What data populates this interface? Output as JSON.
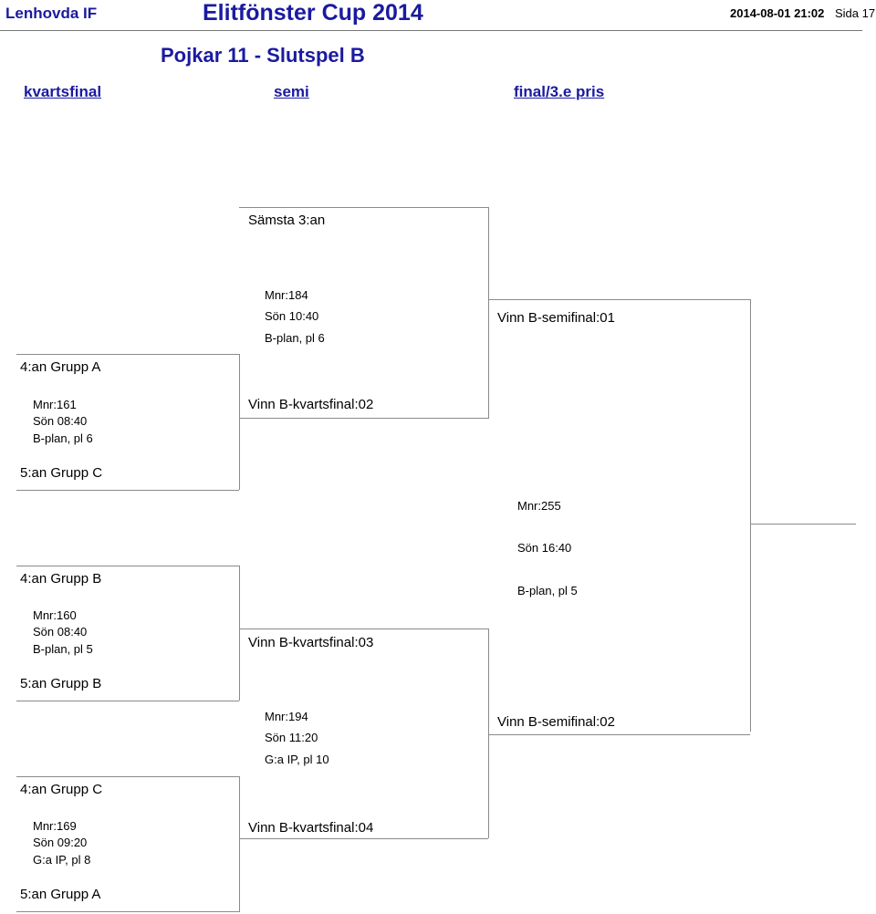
{
  "header": {
    "club": "Lenhovda IF",
    "cup": "Elitfönster Cup 2014",
    "datetime": "2014-08-01 21:02",
    "page": "Sida 17"
  },
  "class_title": "Pojkar 11 - Slutspel B",
  "rounds": [
    "kvartsfinal",
    "semi",
    "final/3.e pris"
  ],
  "third_place": {
    "team": "Sämsta 3:an",
    "mnr": "Mnr:184",
    "time": "Sön 10:40",
    "field": "B-plan, pl 6",
    "opponent": "Vinn B-semifinal:01"
  },
  "quarterfinals": [
    {
      "home": "4:an Grupp A",
      "mnr": "Mnr:161",
      "time": "Sön 08:40",
      "field": "B-plan, pl 6",
      "away": "5:an Grupp C"
    },
    {
      "home": "4:an Grupp B",
      "mnr": "Mnr:160",
      "time": "Sön 08:40",
      "field": "B-plan, pl 5",
      "away": "5:an Grupp B"
    },
    {
      "home": "4:an Grupp C",
      "mnr": "Mnr:169",
      "time": "Sön 09:20",
      "field": "G:a IP, pl 8",
      "away": "5:an Grupp A"
    }
  ],
  "semifinal": {
    "home": "Vinn B-kvartsfinal:02",
    "away": "Vinn B-kvartsfinal:03",
    "mnr": "Mnr:194",
    "time": "Sön 11:20",
    "field": "G:a IP, pl 10",
    "advance": "Vinn B-semifinal:02"
  },
  "qf4_winner": "Vinn B-kvartsfinal:04",
  "final": {
    "mnr": "Mnr:255",
    "time": "Sön 16:40",
    "field": "B-plan, pl 5"
  }
}
